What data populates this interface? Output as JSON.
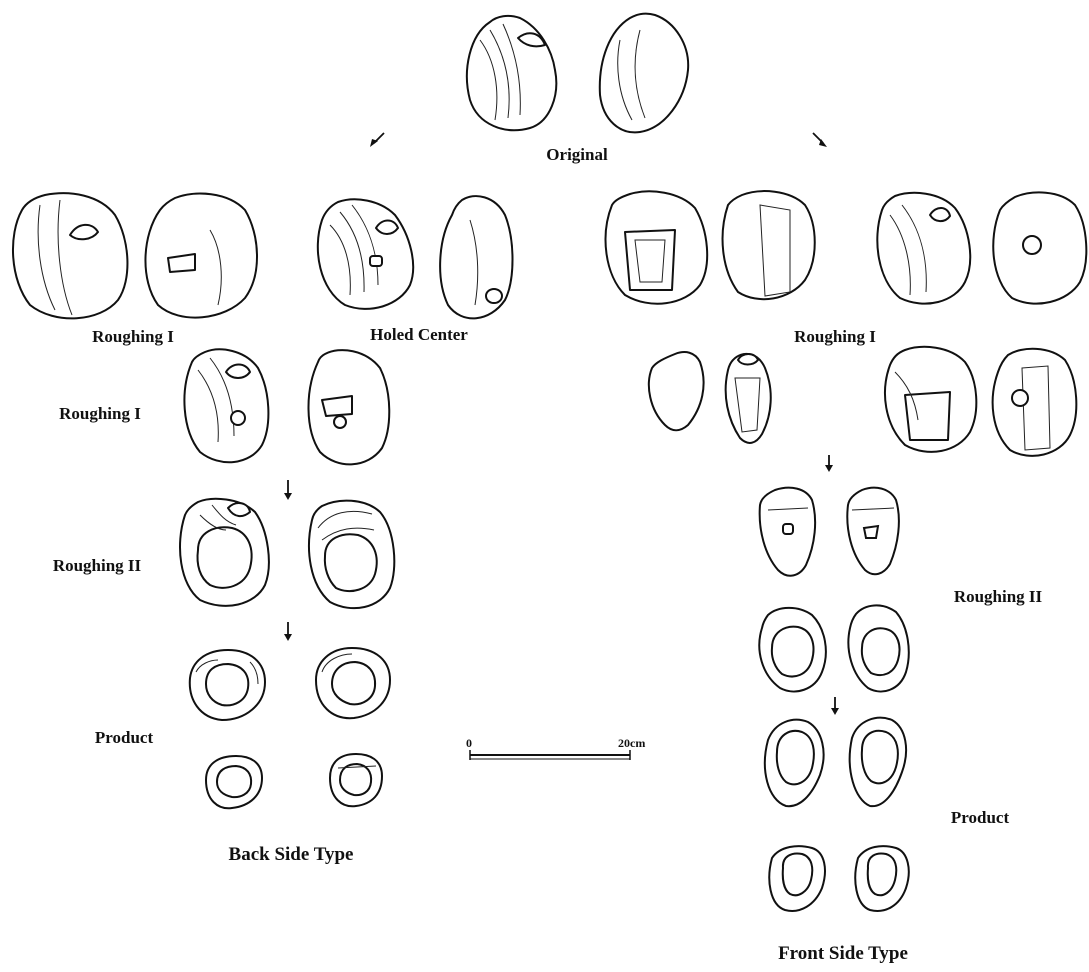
{
  "labels": {
    "original": "Original",
    "left_roughing_1_top": "Roughing I",
    "holed_center": "Holed Center",
    "right_roughing_1": "Roughing I",
    "left_roughing_1_mid": "Roughing I",
    "left_roughing_2": "Roughing II",
    "left_product": "Product",
    "back_side_type": "Back Side Type",
    "right_roughing_2": "Roughing II",
    "right_product": "Product",
    "front_side_type": "Front Side Type"
  },
  "scale_bar": {
    "start": "0",
    "end": "20cm"
  }
}
